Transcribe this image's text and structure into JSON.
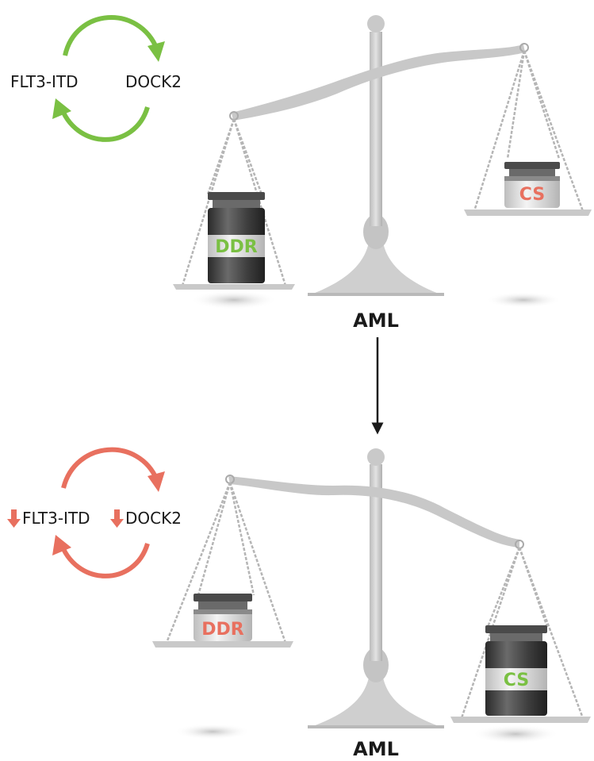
{
  "colors": {
    "green": "#7ac043",
    "red": "#e8705f",
    "scale_gray": "#cfcfcf",
    "scale_dark": "#a9a9a9",
    "weight_dark": "#3a3a3a",
    "text": "#1a1a1a"
  },
  "top_panel": {
    "loop": {
      "gene_left": "FLT3-ITD",
      "gene_right": "DOCK2",
      "arrow_color": "green"
    },
    "scale": {
      "tilt": "left-heavy",
      "left_weight": {
        "label": "DDR",
        "label_color": "green",
        "size": "large"
      },
      "right_weight": {
        "label": "CS",
        "label_color": "red",
        "size": "small"
      },
      "caption": "AML"
    }
  },
  "transition_arrow": {
    "direction": "down",
    "icon": "arrow-down-icon"
  },
  "bottom_panel": {
    "loop": {
      "gene_left": "FLT3-ITD",
      "gene_right": "DOCK2",
      "arrow_color": "red",
      "downregulated": true
    },
    "scale": {
      "tilt": "right-heavy",
      "left_weight": {
        "label": "DDR",
        "label_color": "red",
        "size": "small"
      },
      "right_weight": {
        "label": "CS",
        "label_color": "green",
        "size": "large"
      },
      "caption": "AML"
    }
  }
}
